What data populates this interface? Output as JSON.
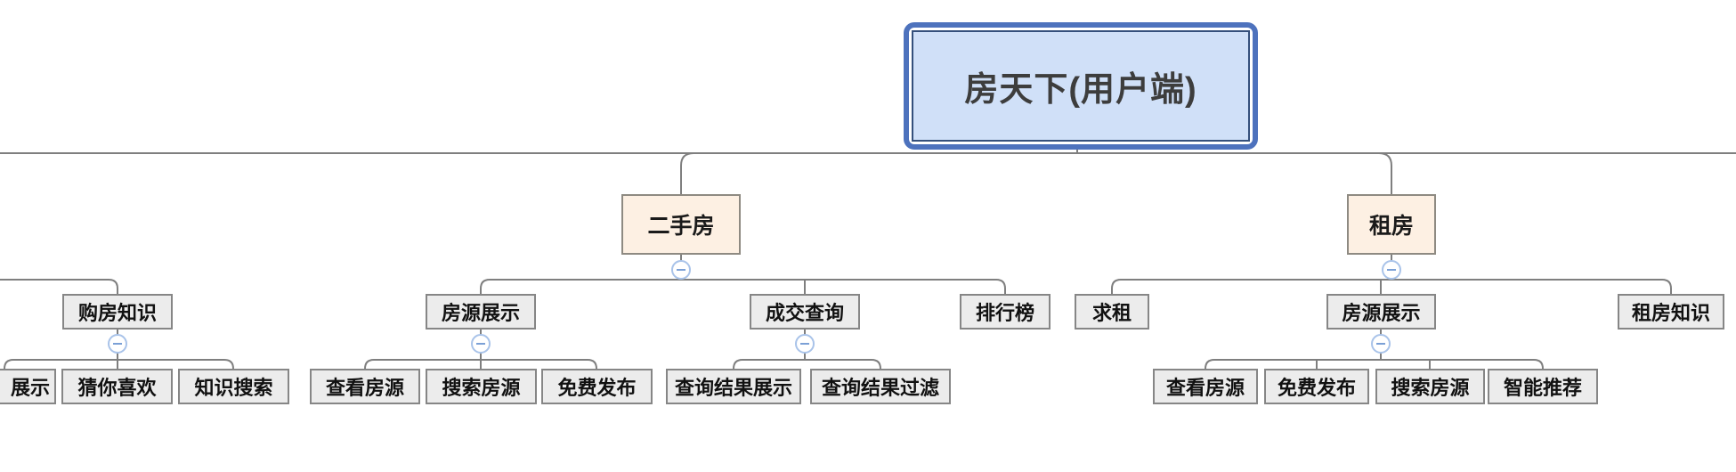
{
  "app": {
    "type": "mind-map-logic-chart",
    "canvas_bg": "#ffffff"
  },
  "colors": {
    "root_fill": "#d0e0f8",
    "root_outer_border": "#4d72bd",
    "root_inner_border": "#35507c",
    "branch_fill": "#fdf0e3",
    "branch_border": "#8e8a82",
    "topic_fill": "#ececec",
    "topic_border": "#868686",
    "line": "#7f7f7f",
    "collapse_circle_border": "#a9c3e9",
    "collapse_minus": "#7ba0d6",
    "text": "#1a1a1a"
  },
  "icons": {
    "collapse": "minus-in-circle"
  },
  "nodes": {
    "root": {
      "label": "房天下(用户端)"
    },
    "second_hand": {
      "label": "二手房"
    },
    "rent": {
      "label": "租房"
    },
    "purchase_knowledge": {
      "label": "购房知识"
    },
    "pk_display_clipped": {
      "label": "展示",
      "clipped_at_left_edge": true
    },
    "pk_guess_you_like": {
      "label": "猜你喜欢"
    },
    "pk_knowledge_search": {
      "label": "知识搜索"
    },
    "sh_listing_display": {
      "label": "房源展示"
    },
    "sh_view_listing": {
      "label": "查看房源"
    },
    "sh_search_listing": {
      "label": "搜索房源"
    },
    "sh_free_publish": {
      "label": "免费发布"
    },
    "sh_deal_query": {
      "label": "成交查询"
    },
    "dq_result_display": {
      "label": "查询结果展示"
    },
    "dq_result_filter": {
      "label": "查询结果过滤"
    },
    "sh_ranking": {
      "label": "排行榜"
    },
    "rent_seek": {
      "label": "求租"
    },
    "rent_listing_display": {
      "label": "房源展示"
    },
    "rent_view_listing": {
      "label": "查看房源"
    },
    "rent_free_publish": {
      "label": "免费发布"
    },
    "rent_search_listing": {
      "label": "搜索房源"
    },
    "rent_smart_recommend": {
      "label": "智能推荐"
    },
    "rent_knowledge": {
      "label": "租房知识"
    }
  },
  "structure": {
    "root": "房天下(用户端)",
    "branches": [
      {
        "label": "二手房",
        "children": [
          {
            "label": "房源展示",
            "children": [
              "查看房源",
              "搜索房源",
              "免费发布"
            ]
          },
          {
            "label": "成交查询",
            "children": [
              "查询结果展示",
              "查询结果过滤"
            ]
          },
          {
            "label": "排行榜",
            "children": []
          }
        ]
      },
      {
        "label": "租房",
        "children": [
          {
            "label": "求租",
            "children": []
          },
          {
            "label": "房源展示",
            "children": [
              "查看房源",
              "免费发布",
              "搜索房源",
              "智能推荐"
            ]
          },
          {
            "label": "租房知识",
            "children": []
          }
        ]
      },
      {
        "label": null,
        "note": "parent clipped off left edge of canvas",
        "children": [
          {
            "label": "购房知识",
            "children": [
              "展示",
              "猜你喜欢",
              "知识搜索"
            ]
          }
        ]
      }
    ]
  }
}
